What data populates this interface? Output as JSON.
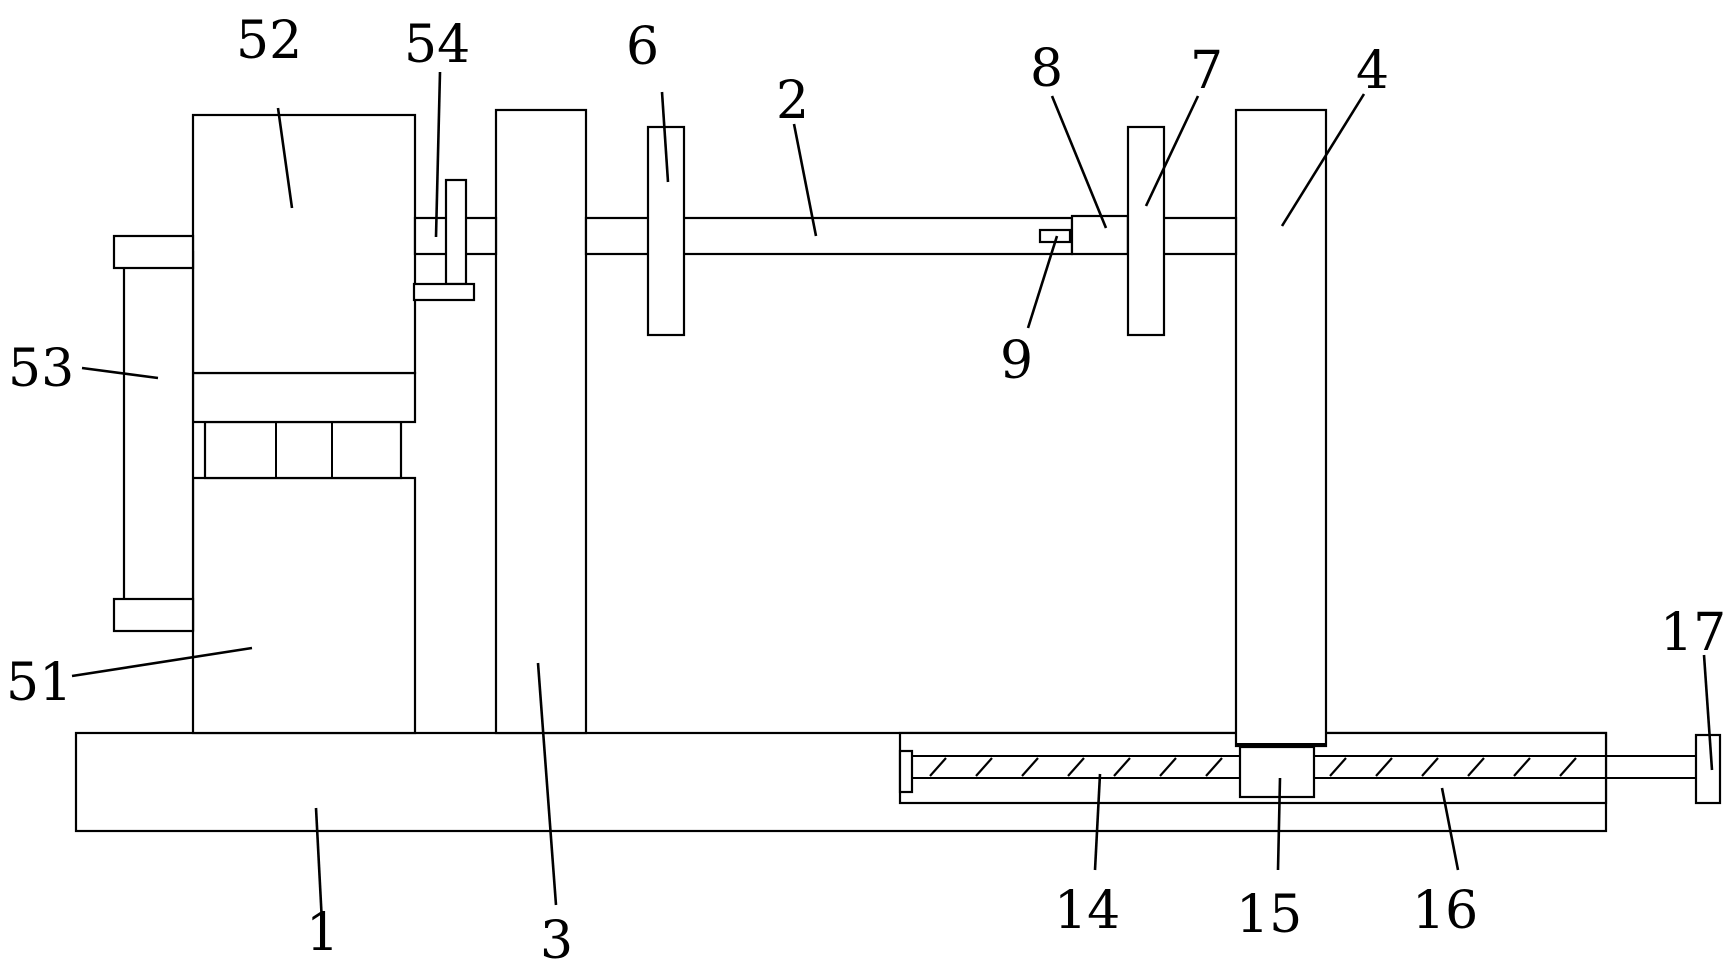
{
  "labels": {
    "l52": "52",
    "l54": "54",
    "l6": "6",
    "l2": "2",
    "l8": "8",
    "l7": "7",
    "l4": "4",
    "l53": "53",
    "l9": "9",
    "l51": "51",
    "l17": "17",
    "l1": "1",
    "l3": "3",
    "l14": "14",
    "l15": "15",
    "l16": "16"
  },
  "colors": {
    "line": "#000000",
    "background": "#ffffff"
  }
}
